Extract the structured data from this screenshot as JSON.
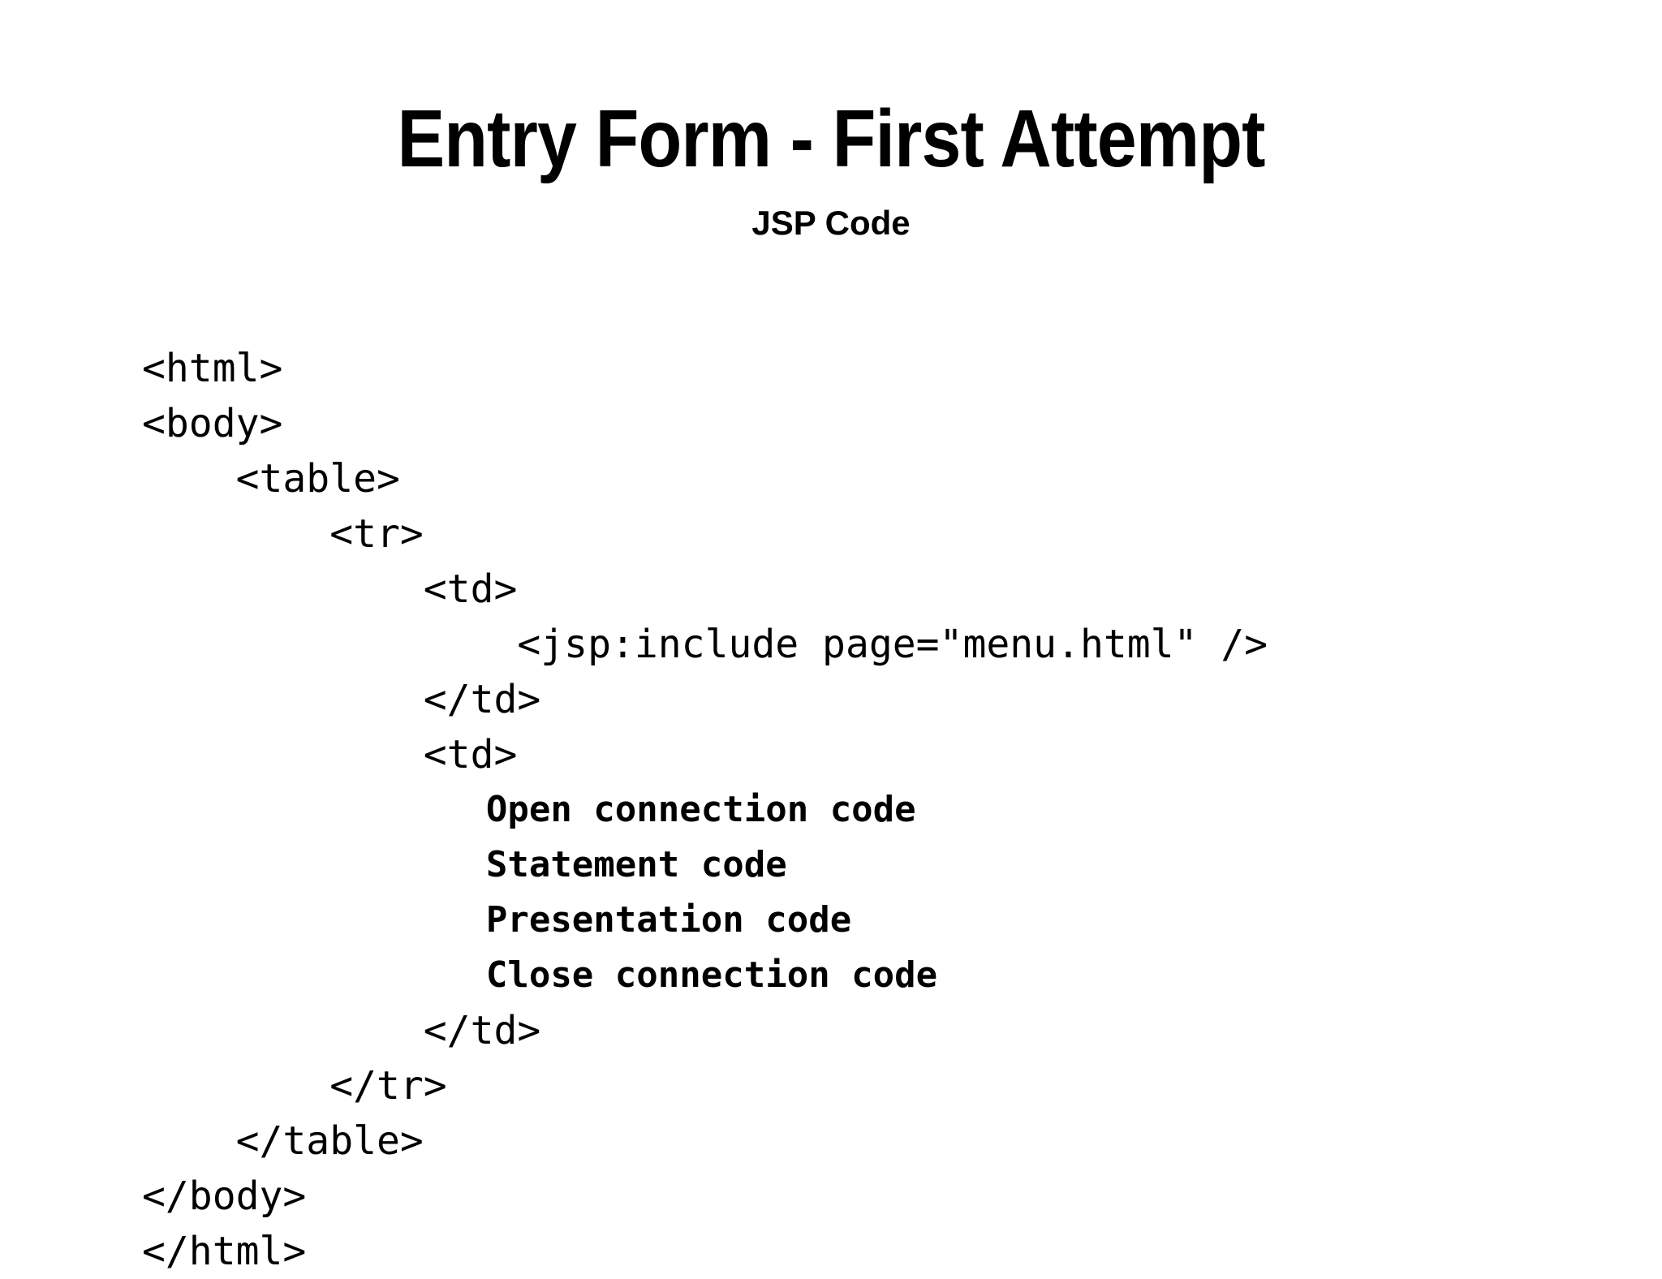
{
  "slide": {
    "title": "Entry Form - First Attempt",
    "subtitle": "JSP Code",
    "background_color": "#ffffff",
    "text_color": "#000000"
  },
  "code_block": {
    "language": "jsp",
    "lines": [
      {
        "indent": 0,
        "text": "<html>",
        "bold": false
      },
      {
        "indent": 0,
        "text": "<body>",
        "bold": false
      },
      {
        "indent": 4,
        "text": "<table>",
        "bold": false
      },
      {
        "indent": 8,
        "text": "<tr>",
        "bold": false
      },
      {
        "indent": 12,
        "text": "<td>",
        "bold": false
      },
      {
        "indent": 16,
        "text": "<jsp:include page=\"menu.html\" />",
        "bold": false
      },
      {
        "indent": 12,
        "text": "</td>",
        "bold": false
      },
      {
        "indent": 12,
        "text": "<td>",
        "bold": false
      },
      {
        "indent": 16,
        "text": "Open connection code",
        "bold": true
      },
      {
        "indent": 16,
        "text": "Statement code",
        "bold": true
      },
      {
        "indent": 16,
        "text": "Presentation code",
        "bold": true
      },
      {
        "indent": 16,
        "text": "Close connection code",
        "bold": true
      },
      {
        "indent": 12,
        "text": "</td>",
        "bold": false
      },
      {
        "indent": 8,
        "text": "</tr>",
        "bold": false
      },
      {
        "indent": 4,
        "text": "</table>",
        "bold": false
      },
      {
        "indent": 0,
        "text": "</body>",
        "bold": false
      },
      {
        "indent": 0,
        "text": "</html>",
        "bold": false
      }
    ]
  }
}
